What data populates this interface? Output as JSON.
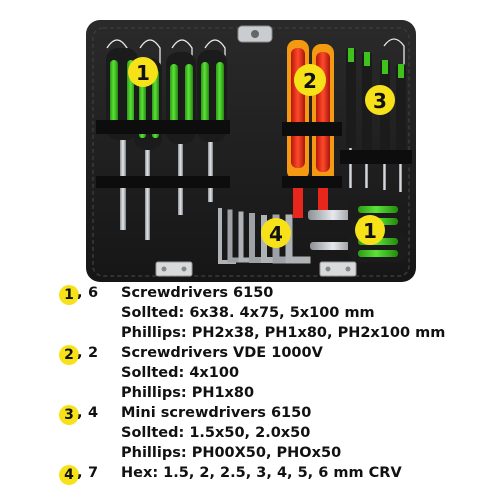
{
  "photo": {
    "callouts": [
      "1",
      "2",
      "3",
      "4",
      "1"
    ]
  },
  "specs": [
    {
      "badge": "1",
      "qty": "6",
      "lines": [
        "Screwdrivers 6150",
        "Sollted: 6x38. 4x75, 5x100 mm",
        "Phillips: PH2x38, PH1x80, PH2x100 mm"
      ]
    },
    {
      "badge": "2",
      "qty": "2",
      "lines": [
        "Screwdrivers VDE 1000V",
        "Sollted: 4x100",
        "Phillips: PH1x80"
      ]
    },
    {
      "badge": "3",
      "qty": "4",
      "lines": [
        "Mini screwdrivers 6150",
        "Sollted: 1.5x50, 2.0x50",
        "Phillips: PH00X50, PHOx50"
      ]
    },
    {
      "badge": "4",
      "qty": "7",
      "lines": [
        "Hex: 1.5, 2, 2.5, 3, 4, 5, 6 mm CRV"
      ]
    }
  ],
  "colors": {
    "badge": "#f7e21a",
    "green": "#3fc21c",
    "red": "#e8261b",
    "orange": "#f39a12",
    "case": "#1e1e1e"
  }
}
